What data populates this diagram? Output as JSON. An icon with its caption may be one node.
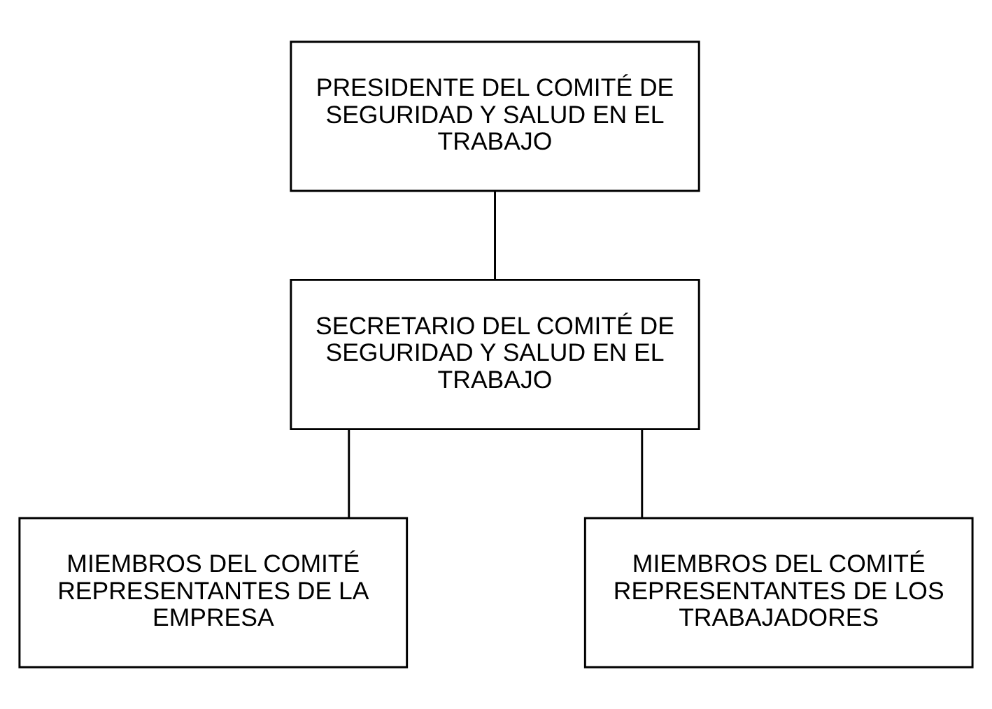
{
  "diagram": {
    "nodes": [
      {
        "text": [
          "PRESIDENTE DEL COMITÉ DE SEGURIDAD Y SALUD EN EL TRABAJO"
        ]
      },
      {
        "text": [
          "SECRETARIO DEL COMITÉ DE SEGURIDAD Y SALUD EN EL TRABAJO"
        ]
      },
      {
        "text": [
          "MIEMBROS DEL COMITÉ REPRESENTANTES DE LA EMPRESA"
        ]
      },
      {
        "text": [
          "MIEMBROS DEL COMITÉ REPRESENTANTES DE LOS TRABAJADORES"
        ]
      }
    ],
    "edges": [
      {
        "from": 0,
        "to": 1,
        "arrow": "none"
      },
      {
        "from": 1,
        "to": 2,
        "arrow": "none"
      },
      {
        "from": 1,
        "to": 3,
        "arrow": "none"
      }
    ]
  }
}
